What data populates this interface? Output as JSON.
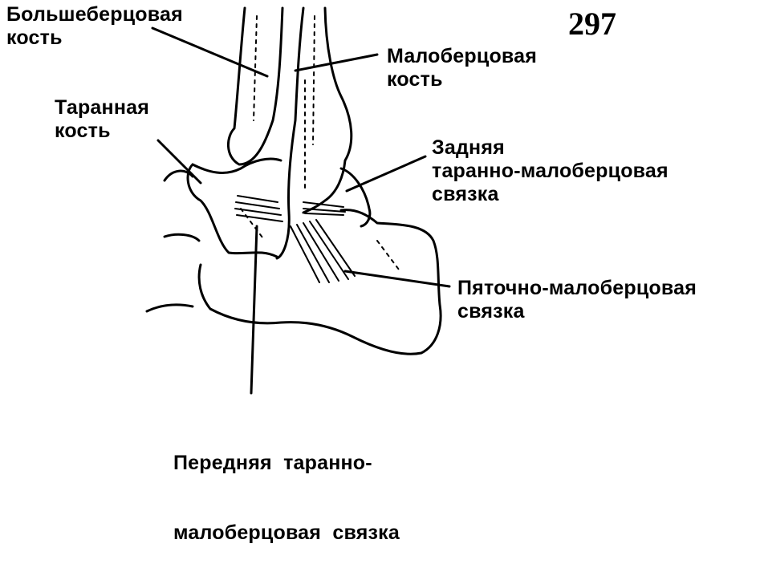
{
  "page_number": "297",
  "labels": {
    "tibia": [
      "Большеберцовая",
      "кость"
    ],
    "fibula": [
      "Малоберцовая",
      "кость"
    ],
    "talus": [
      "Таранная",
      "кость"
    ],
    "posterior_talofibular": [
      "Задняя",
      "таранно-малоберцовая",
      "связка"
    ],
    "calcaneofibular": [
      "Пяточно-малоберцовая",
      "связка"
    ],
    "anterior_talofibular": [
      "Передняя  таранно-",
      "малоберцовая  связка"
    ]
  }
}
